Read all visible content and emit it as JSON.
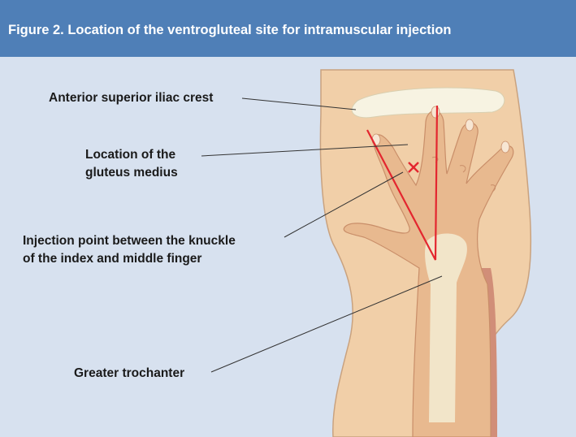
{
  "figure": {
    "title": "Figure 2. Location of the ventrogluteal site for intramuscular injection"
  },
  "labels": {
    "anterior_superior_iliac_crest": "Anterior superior iliac crest",
    "gluteus_medius": [
      "Location of the",
      "gluteus medius"
    ],
    "injection_point": [
      "Injection point between the knuckle",
      "of the index and middle finger"
    ],
    "greater_trochanter": "Greater trochanter"
  },
  "colors": {
    "header": "#4f7fb7",
    "background": "#d7e1ef",
    "skin": "#f1cfa8",
    "hand": "#e8b98f",
    "bone": "#f3ecd4",
    "marker": "#e3262f"
  }
}
